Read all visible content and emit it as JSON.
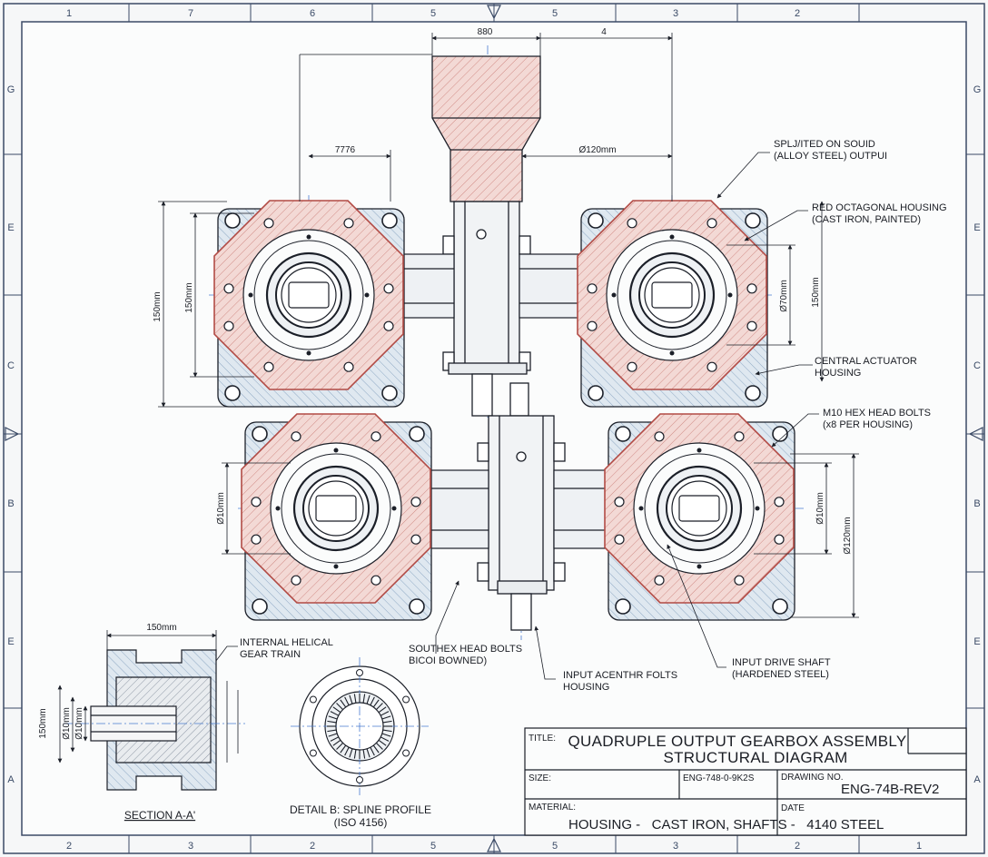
{
  "zones": {
    "top": [
      "1",
      "7",
      "6",
      "5",
      "5",
      "3",
      "2"
    ],
    "bottom": [
      "2",
      "3",
      "2",
      "5",
      "5",
      "3",
      "2",
      "1"
    ],
    "left": [
      "G",
      "E",
      "C",
      "B",
      "E",
      "A"
    ],
    "right": [
      "G",
      "E",
      "C",
      "B",
      "E",
      "A"
    ]
  },
  "dimensions": {
    "top_left": "880",
    "top_right": "4",
    "upper_left": "7776",
    "dia_120": "Ø120mm",
    "left_outer": "150mm",
    "left_inner": "150mm",
    "right_upper_dia": "Ø70mm",
    "right_upper_len": "150mm",
    "lower_left_dia": "Ø10mm",
    "lower_right_dia": "Ø10mm",
    "lower_right_len": "Ø120mm",
    "section_width": "150mm",
    "section_h1": "150mm",
    "section_h2": "Ø10mm",
    "section_h3": "Ø10mm"
  },
  "callouts": {
    "c1": [
      "SPLJ/ITED ON SOUID",
      "(ALLOY STEEL) OUTPUI"
    ],
    "c2": [
      "RED OCTAGONAL HOUSING",
      "(CAST IRON, PAINTED)"
    ],
    "c3": [
      "CENTRAL ACTUATOR",
      "HOUSING"
    ],
    "c4": [
      "M10 HEX HEAD BOLTS",
      "(x8 PER HOUSING)"
    ],
    "c5": [
      "INPUT DRIVE SHAFT",
      "(HARDENED STEEL)"
    ],
    "c6": [
      "INPUT ACENTHR FOLTS",
      "HOUSING"
    ],
    "c7": [
      "SOUTHEX HEAD BOLTS",
      "BICOI BOWNED)"
    ],
    "c8": [
      "INTERNAL HELICAL",
      "GEAR TRAIN"
    ]
  },
  "views": {
    "section": "SECTION A-A'",
    "detail": [
      "DETAIL B: SPLINE PROFILE",
      "(ISO 4156)"
    ]
  },
  "title_block": {
    "title_label": "TITLE:",
    "title_line1": "QUADRUPLE OUTPUT GEARBOX ASSEMBLY",
    "title_line2": "STRUCTURAL DIAGRAM",
    "size_label": "SIZE:",
    "part_code": "ENG-748-0-9K2S",
    "drawing_no_label": "DRAWING NO.",
    "drawing_no": "ENG-74B-REV2",
    "material_label": "MATERIAL:",
    "material_value": "HOUSING -   CAST IRON, SHAFTS -   4140 STEEL",
    "date_label": "DATE"
  },
  "colors": {
    "housing_red": "#f2d7d3",
    "housing_red_stroke": "#b24b45",
    "base_blue": "#dbe6ef",
    "line": "#1b1f28",
    "centerline": "#4a7bd0",
    "border": "#3b4a66"
  }
}
